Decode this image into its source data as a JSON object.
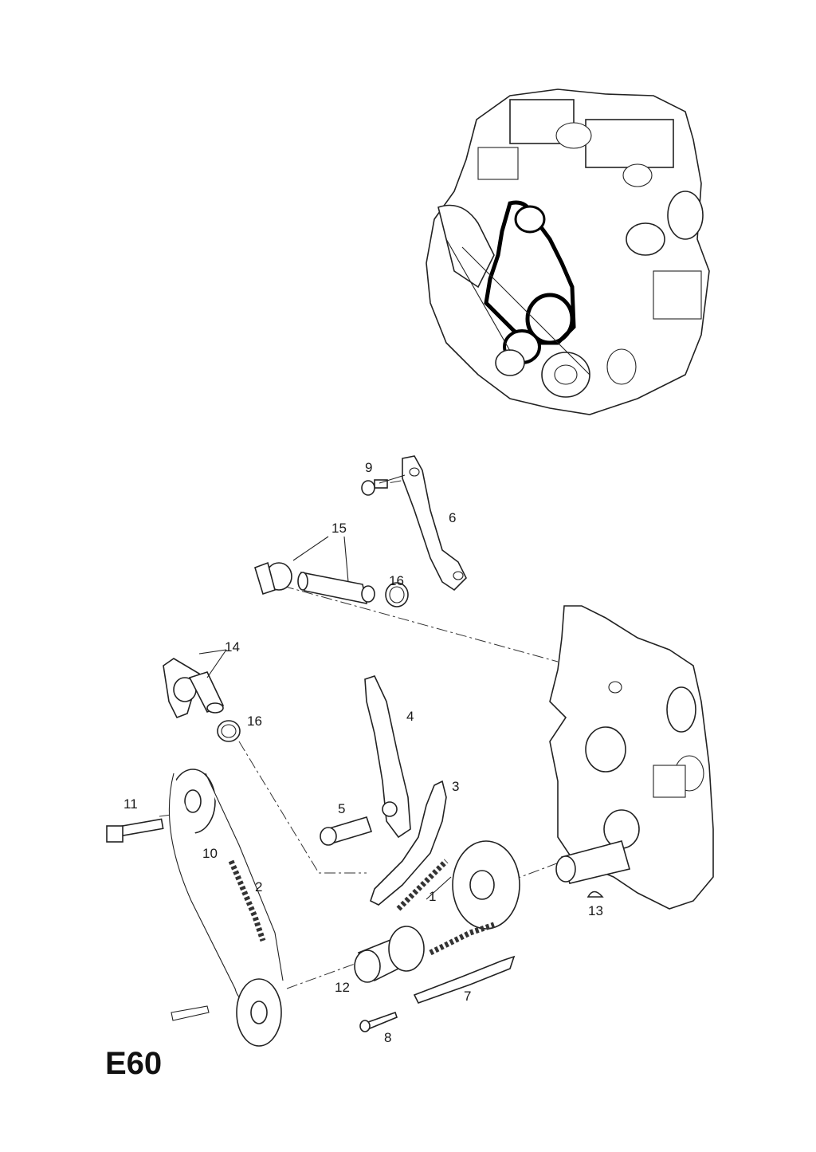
{
  "page_code": "E60",
  "callouts": [
    {
      "id": "c1",
      "label": "1"
    },
    {
      "id": "c2",
      "label": "2"
    },
    {
      "id": "c3",
      "label": "3"
    },
    {
      "id": "c4",
      "label": "4"
    },
    {
      "id": "c5",
      "label": "5"
    },
    {
      "id": "c6",
      "label": "6"
    },
    {
      "id": "c7",
      "label": "7"
    },
    {
      "id": "c8",
      "label": "8"
    },
    {
      "id": "c9",
      "label": "9"
    },
    {
      "id": "c10",
      "label": "10"
    },
    {
      "id": "c11",
      "label": "11"
    },
    {
      "id": "c12",
      "label": "12"
    },
    {
      "id": "c13",
      "label": "13"
    },
    {
      "id": "c14",
      "label": "14"
    },
    {
      "id": "c15",
      "label": "15"
    },
    {
      "id": "c16a",
      "label": "16"
    },
    {
      "id": "c16b",
      "label": "16"
    }
  ]
}
